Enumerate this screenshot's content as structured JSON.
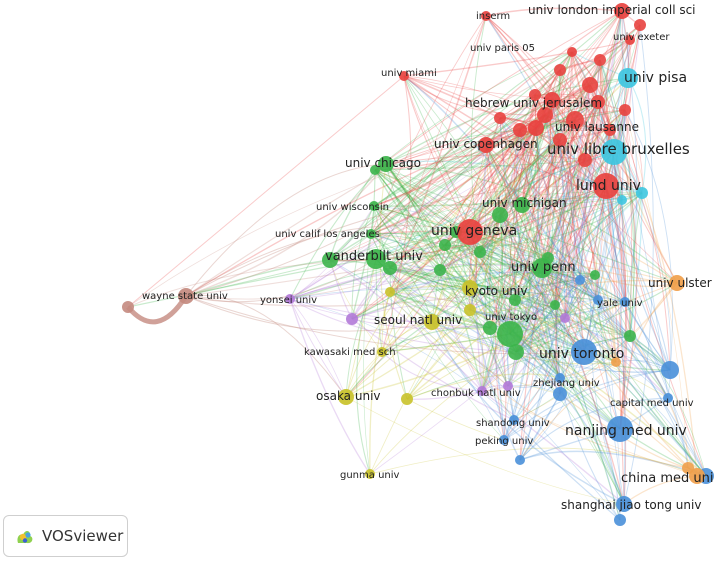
{
  "app": {
    "name": "VOSviewer",
    "logo_icon": "vosviewer-logo-icon"
  },
  "clusters": {
    "red": "#e8423f",
    "green": "#3cb44b",
    "blue": "#4a90d9",
    "yellow": "#c9c22a",
    "cyan": "#3ec6e0",
    "purple": "#b27ad8",
    "orange": "#f0a04b",
    "brown": "#c48a7f"
  },
  "nodes": [
    {
      "id": "imperial",
      "label": "univ london imperial coll sci",
      "cluster": "red",
      "size": "m"
    },
    {
      "id": "inserm",
      "label": "inserm",
      "cluster": "red",
      "size": "s"
    },
    {
      "id": "exeter",
      "label": "univ exeter",
      "cluster": "red",
      "size": "s"
    },
    {
      "id": "paris05",
      "label": "univ paris 05",
      "cluster": "red",
      "size": "s"
    },
    {
      "id": "pisa",
      "label": "univ pisa",
      "cluster": "cyan",
      "size": "l"
    },
    {
      "id": "miami",
      "label": "univ miami",
      "cluster": "red",
      "size": "s"
    },
    {
      "id": "hebrew",
      "label": "hebrew univ jerusalem",
      "cluster": "red",
      "size": "m"
    },
    {
      "id": "lausanne",
      "label": "univ lausanne",
      "cluster": "red",
      "size": "m"
    },
    {
      "id": "libre",
      "label": "univ libre bruxelles",
      "cluster": "cyan",
      "size": "xl"
    },
    {
      "id": "copenhagen",
      "label": "univ copenhagen",
      "cluster": "red",
      "size": "m"
    },
    {
      "id": "chicago",
      "label": "univ chicago",
      "cluster": "green",
      "size": "m"
    },
    {
      "id": "lund",
      "label": "lund univ",
      "cluster": "red",
      "size": "xl"
    },
    {
      "id": "wisconsin",
      "label": "univ wisconsin",
      "cluster": "green",
      "size": "s"
    },
    {
      "id": "michigan",
      "label": "univ michigan",
      "cluster": "green",
      "size": "m"
    },
    {
      "id": "geneva",
      "label": "univ geneva",
      "cluster": "red",
      "size": "xl"
    },
    {
      "id": "ucla",
      "label": "univ calif los angeles",
      "cluster": "green",
      "size": "s"
    },
    {
      "id": "vanderbilt",
      "label": "vanderbilt univ",
      "cluster": "green",
      "size": "l"
    },
    {
      "id": "penn",
      "label": "univ penn",
      "cluster": "green",
      "size": "l"
    },
    {
      "id": "ulster",
      "label": "univ ulster",
      "cluster": "orange",
      "size": "m"
    },
    {
      "id": "wayne",
      "label": "wayne state univ",
      "cluster": "brown",
      "size": "m"
    },
    {
      "id": "kyoto",
      "label": "kyoto univ",
      "cluster": "yellow",
      "size": "m"
    },
    {
      "id": "yonsei",
      "label": "yonsei univ",
      "cluster": "purple",
      "size": "s"
    },
    {
      "id": "yale",
      "label": "yale univ",
      "cluster": "blue",
      "size": "s"
    },
    {
      "id": "seoul",
      "label": "seoul natl univ",
      "cluster": "yellow",
      "size": "m"
    },
    {
      "id": "tokyo",
      "label": "univ tokyo",
      "cluster": "green",
      "size": "xl"
    },
    {
      "id": "toronto",
      "label": "univ toronto",
      "cluster": "blue",
      "size": "xl"
    },
    {
      "id": "kawasaki",
      "label": "kawasaki med sch",
      "cluster": "yellow",
      "size": "s"
    },
    {
      "id": "zhejiang",
      "label": "zhejiang univ",
      "cluster": "blue",
      "size": "s"
    },
    {
      "id": "osaka",
      "label": "osaka univ",
      "cluster": "yellow",
      "size": "m"
    },
    {
      "id": "chonbuk",
      "label": "chonbuk natl univ",
      "cluster": "purple",
      "size": "s"
    },
    {
      "id": "capital",
      "label": "capital med univ",
      "cluster": "blue",
      "size": "s"
    },
    {
      "id": "shandong",
      "label": "shandong univ",
      "cluster": "blue",
      "size": "s"
    },
    {
      "id": "nanjing",
      "label": "nanjing med univ",
      "cluster": "blue",
      "size": "xl"
    },
    {
      "id": "peking",
      "label": "peking univ",
      "cluster": "blue",
      "size": "s"
    },
    {
      "id": "gunma",
      "label": "gunma univ",
      "cluster": "yellow",
      "size": "s"
    },
    {
      "id": "chinamed",
      "label": "china med univ",
      "cluster": "orange",
      "size": "m"
    },
    {
      "id": "shanghai",
      "label": "shanghai jiao tong univ",
      "cluster": "blue",
      "size": "m"
    }
  ]
}
